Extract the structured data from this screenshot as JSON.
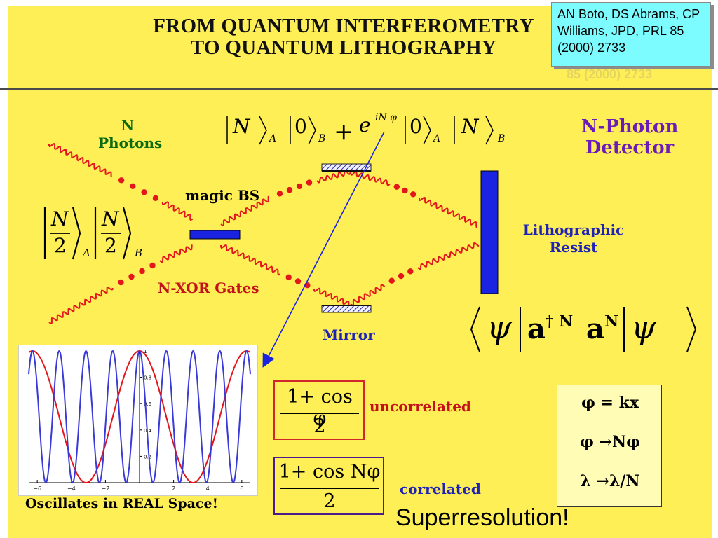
{
  "slide": {
    "title_line1": "FROM QUANTUM INTERFEROMETRY",
    "title_line2": "TO QUANTUM LITHOGRAPHY",
    "reference": "AN Boto, DS Abrams, CP Williams, JPD, PRL 85 (2000) 2733",
    "reference_echo": "85 (2000) 2733"
  },
  "labels": {
    "n_photons_1": "N",
    "n_photons_2": "Photons",
    "magic_bs": "magic BS",
    "nxor": "N-XOR Gates",
    "mirror": "Mirror",
    "detector_1": "N-Photon",
    "detector_2": "Detector",
    "resist_1": "Lithographic",
    "resist_2": "Resist",
    "uncorrelated": "uncorrelated",
    "correlated": "correlated",
    "oscillates": "Oscillates in REAL Space!",
    "superresolution": "Superresolution!"
  },
  "state": {
    "ket_N": "N",
    "ket_0": "0",
    "sub_A": "A",
    "sub_B": "B",
    "plus": "+",
    "e": "e",
    "phase": "iN φ"
  },
  "input_state": {
    "num": "N",
    "den": "2",
    "sub_A": "A",
    "sub_B": "B"
  },
  "expectation": {
    "psi": "ψ",
    "op1": "a",
    "dag": "† N",
    "op2": "a",
    "pow": "N"
  },
  "formulas": {
    "uncorrelated_num": "1+ cos φ",
    "uncorrelated_den": "2",
    "correlated_num": "1+ cos Nφ",
    "correlated_den": "2"
  },
  "relations": {
    "line1": "φ = kx",
    "line2": "φ →Nφ",
    "line3": "λ →λ/N"
  },
  "colors": {
    "background": "#ffef57",
    "red_curve": "#e3161b",
    "blue_curve": "#3a3ad8",
    "detector": "#1a23e0",
    "ref_box": "#7dfcff"
  },
  "chart_data": {
    "type": "line",
    "x_range": [
      -6.5,
      6.5
    ],
    "y_range": [
      0,
      1
    ],
    "xticks": [
      -6,
      -4,
      -2,
      2,
      4,
      6
    ],
    "yticks": [
      0.2,
      0.4,
      0.6,
      0.8,
      1
    ],
    "ytick_labels": [
      "0.2",
      "0.4",
      "0.6",
      "0.8",
      "1"
    ],
    "series": [
      {
        "formula": "(1+cos x)/2",
        "N": 1,
        "color": "#e3161b"
      },
      {
        "formula": "(1+cos 4x)/2",
        "N": 4,
        "color": "#3a3ad8"
      }
    ]
  }
}
